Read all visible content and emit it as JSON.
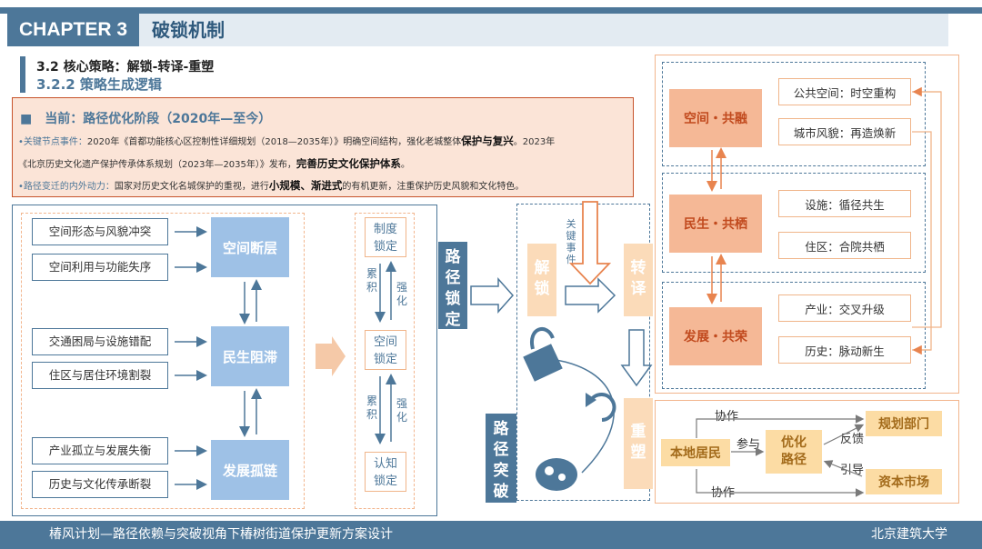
{
  "header": {
    "chapter": "CHAPTER 3",
    "title": "破锁机制"
  },
  "subtitle": {
    "section": "3.2 核心策略：解锁-转译-重塑",
    "subsection": "3.2.2 策略生成逻辑"
  },
  "current": {
    "title": "■　当前：路径优化阶段（2020年—至今）",
    "event_key": "•关键节点事件：",
    "event_text": "2020年《首都功能核心区控制性详细规划（2018—2035年）》明确空间结构，强化老城整体",
    "event_bold": "保护与复兴",
    "event_end": "。2023年",
    "event_line2": "《北京历史文化遗产保护传承体系规划（2023年—2035年）》发布，",
    "event_bold2": "完善历史文化保护体系",
    "event_end2": "。",
    "force_key": "•路径变迁的内外动力：",
    "force_text": "国家对历史文化名城保护的重视，进行",
    "force_bold": "小规模、渐进式",
    "force_end": "的有机更新，注重保护历史风貌和文化特色。"
  },
  "left": {
    "issues": [
      "空间形态与风貌冲突",
      "空间利用与功能失序",
      "交通困局与设施错配",
      "住区与居住环境割裂",
      "产业孤立与发展失衡",
      "历史与文化传承断裂"
    ],
    "blocks": [
      "空间断层",
      "民生阻滞",
      "发展孤链"
    ],
    "locks": [
      [
        "制度",
        "锁定"
      ],
      [
        "空间",
        "锁定"
      ],
      [
        "认知",
        "锁定"
      ]
    ],
    "accumulate": [
      "累",
      "积"
    ],
    "strengthen": [
      "强",
      "化"
    ],
    "lock_label": [
      "路",
      "径",
      "锁",
      "定"
    ]
  },
  "middle": {
    "unlock": [
      "解",
      "锁"
    ],
    "translate": [
      "转",
      "译"
    ],
    "reshape": [
      "重",
      "塑"
    ],
    "key_event": [
      "关",
      "键",
      "事",
      "件"
    ],
    "breakthrough": [
      "路",
      "径",
      "突",
      "破"
    ]
  },
  "right": {
    "groups": [
      {
        "name": "空间・共融",
        "items": [
          "公共空间：时空重构",
          "城市风貌：再造焕新"
        ]
      },
      {
        "name": "民生・共栖",
        "items": [
          "设施：循径共生",
          "住区：合院共栖"
        ]
      },
      {
        "name": "发展・共荣",
        "items": [
          "产业：交叉升级",
          "历史：脉动新生"
        ]
      }
    ],
    "actors": {
      "residents": "本地居民",
      "optimize": [
        "优化",
        "路径"
      ],
      "planning": "规划部门",
      "capital": "资本市场",
      "cooperate_top": "协作",
      "cooperate_bottom": "协作",
      "participate": "参与",
      "feedback": "反馈",
      "guide": "引导"
    }
  },
  "footer": {
    "left": "椿风计划—路径依赖与突破视角下椿树街道保护更新方案设计",
    "right": "北京建筑大学"
  },
  "colors": {
    "primary": "#4d7799",
    "peach": "#f5b896",
    "accent": "#c7532b"
  }
}
